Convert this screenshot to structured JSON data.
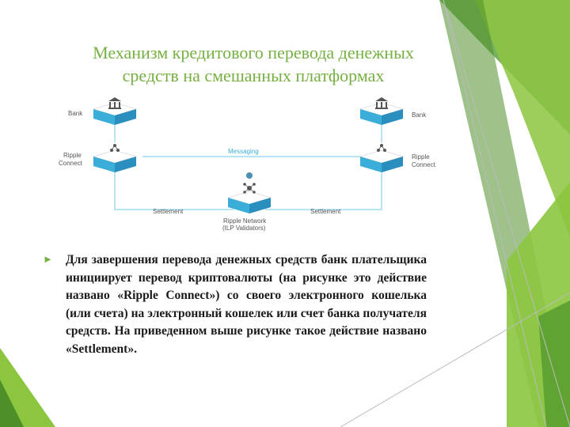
{
  "slide": {
    "title_lines": [
      "Механизм кредитового перевода денежных",
      "средств на смешанных платформах"
    ],
    "bullet_text": "Для завершения перевода денежных средств банк плательщика инициирует перевод криптовалюты (на рисунке это действие названо «Ripple Connect») со своего электронного кошелька (или счета) на электронный кошелек или счет банка получателя средств. На приведенном выше рисунке такое действие названо «Settlement»."
  },
  "diagram": {
    "left_bank": "Bank",
    "left_connect_line1": "Ripple",
    "left_connect_line2": "Connect",
    "right_bank": "Bank",
    "right_connect_line1": "Ripple",
    "right_connect_line2": "Connect",
    "messaging": "Messaging",
    "settlement_left": "Settlement",
    "settlement_right": "Settlement",
    "network_line1": "Ripple Network",
    "network_line2": "(ILP Validators)"
  },
  "colors": {
    "accent_green": "#76b043",
    "dark_green": "#4e8f2a",
    "line_blue": "#8ad3ea",
    "cube_blue": "#3aaed8"
  },
  "icons": [
    "bank-icon",
    "hub-icon",
    "network-icon",
    "bullet-arrow-icon"
  ]
}
